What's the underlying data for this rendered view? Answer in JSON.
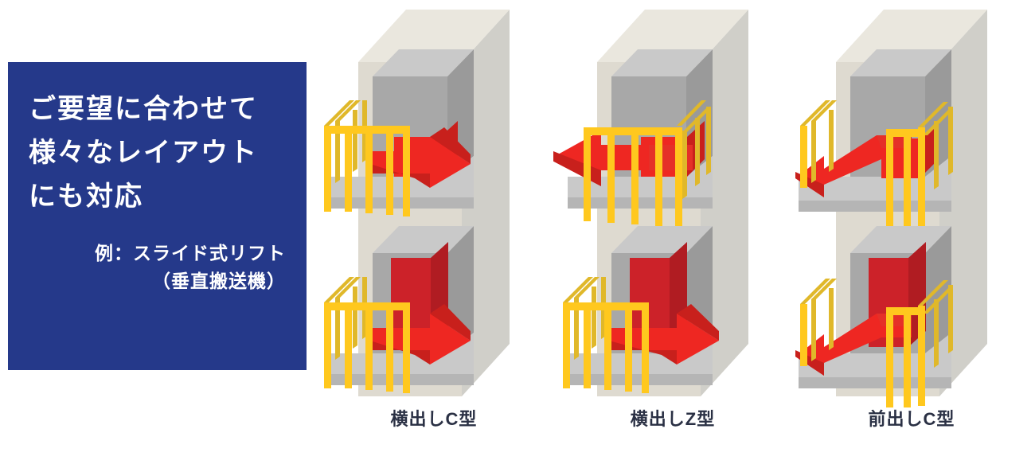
{
  "promo": {
    "headline_lines": [
      "ご要望に合わせて",
      "様々なレイアウト",
      "にも対応"
    ],
    "sub_lines": [
      "例：スライド式リフト",
      "（垂直搬送機）"
    ],
    "background_color": "#25398A",
    "text_color": "#FFFFFF"
  },
  "figures": [
    {
      "caption": "横出しC型",
      "upper_arrow_direction": "right",
      "lower_arrow_direction": "right",
      "railing_side": "left",
      "arrow_style": "straight"
    },
    {
      "caption": "横出しZ型",
      "upper_arrow_direction": "left",
      "lower_arrow_direction": "right",
      "railing_side": "full-front",
      "arrow_style": "straight"
    },
    {
      "caption": "前出しC型",
      "upper_arrow_direction": "front-left",
      "lower_arrow_direction": "front-left",
      "railing_side": "right",
      "arrow_style": "diagonal"
    }
  ],
  "colors": {
    "tower_top": "#EAE7DE",
    "tower_front": "#DEDAD0",
    "tower_side": "#D0CFC9",
    "recess_gray": "#A8A8A8",
    "recess_gray_dark": "#9A9A9A",
    "floor_gray": "#C9C9C9",
    "rail_bright": "#FFC81E",
    "rail_dark": "#E0B82A",
    "arrow_red": "#EE2722",
    "arrow_red_dark": "#C8201C",
    "cargo_red": "#CC2229",
    "caption_text": "#2A3044"
  },
  "caption_labels": {
    "fig1": "横出しC型",
    "fig2": "横出しZ型",
    "fig3": "前出しC型"
  }
}
